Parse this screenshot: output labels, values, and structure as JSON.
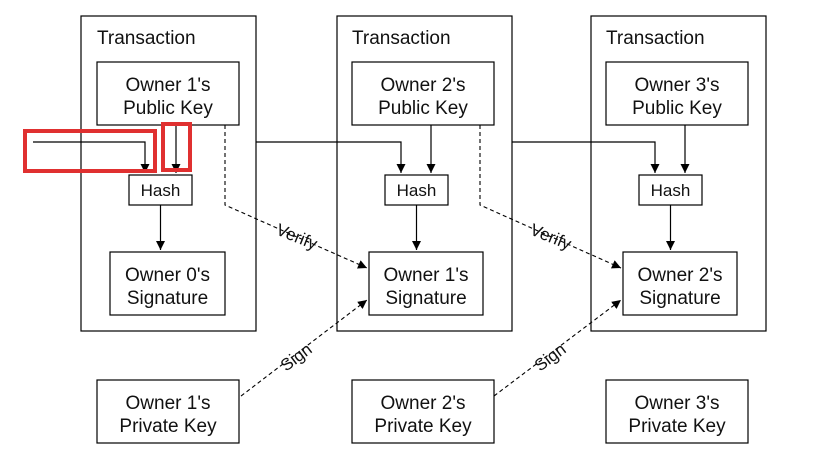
{
  "colors": {
    "highlight": "#e03030",
    "stroke": "#000000",
    "background": "#ffffff"
  },
  "transactions": [
    {
      "title": "Transaction",
      "public_key": [
        "Owner 1's",
        "Public Key"
      ],
      "hash": "Hash",
      "signature": [
        "Owner 0's",
        "Signature"
      ]
    },
    {
      "title": "Transaction",
      "public_key": [
        "Owner 2's",
        "Public Key"
      ],
      "hash": "Hash",
      "signature": [
        "Owner 1's",
        "Signature"
      ]
    },
    {
      "title": "Transaction",
      "public_key": [
        "Owner 3's",
        "Public Key"
      ],
      "hash": "Hash",
      "signature": [
        "Owner 2's",
        "Signature"
      ]
    }
  ],
  "private_keys": [
    [
      "Owner 1's",
      "Private Key"
    ],
    [
      "Owner 2's",
      "Private Key"
    ],
    [
      "Owner 3's",
      "Private Key"
    ]
  ],
  "edge_labels": {
    "verify": "Verify",
    "sign": "Sign"
  }
}
